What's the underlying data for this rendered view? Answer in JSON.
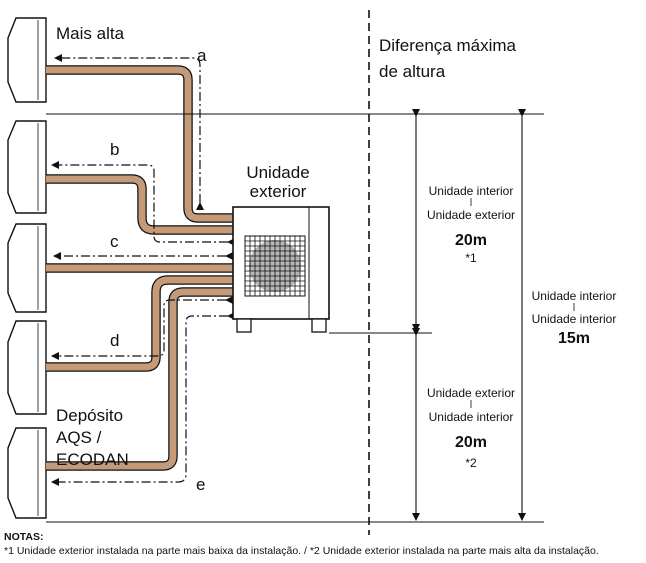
{
  "labels": {
    "highest": "Mais alta",
    "outdoor_unit": [
      "Unidade",
      "exterior"
    ],
    "max_height_diff": [
      "Diferença máxima",
      "de altura"
    ],
    "tank": [
      "Depósito",
      "AQS /",
      "ECODAN"
    ],
    "pipe_a": "a",
    "pipe_b": "b",
    "pipe_c": "c",
    "pipe_d": "d",
    "pipe_e": "e"
  },
  "dims": {
    "upper": {
      "line1": "Unidade interior",
      "line2": "Unidade exterior",
      "value": "20m",
      "note": "*1"
    },
    "lower": {
      "line1": "Unidade exterior",
      "line2": "Unidade interior",
      "value": "20m",
      "note": "*2"
    },
    "total": {
      "line1": "Unidade interior",
      "line2": "Unidade interior",
      "value": "15m"
    }
  },
  "notes": {
    "title": "NOTAS:",
    "text": "*1 Unidade exterior instalada na parte mais baixa da instalação. / *2 Unidade exterior instalada na parte mais alta da instalação."
  },
  "colors": {
    "pipe": "#c49a79",
    "line": "#111111",
    "fan": "#b8b8b8"
  }
}
